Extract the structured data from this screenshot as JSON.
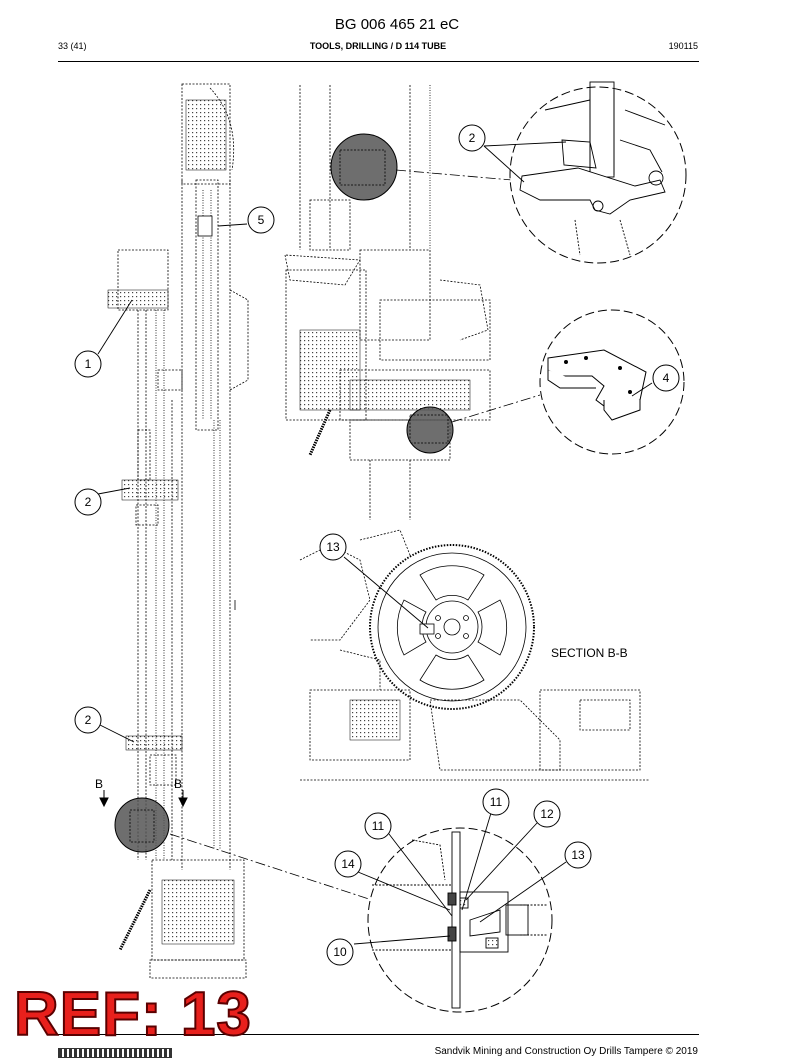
{
  "header": {
    "doc_number": "BG 006 465 21 eC",
    "page": "33 (41)",
    "title": "TOOLS, DRILLING / D 114 TUBE",
    "date_code": "190115"
  },
  "callouts": {
    "c1": "1",
    "c2a": "2",
    "c2b": "2",
    "c2c": "2",
    "c4": "4",
    "c5": "5",
    "c13a": "13",
    "c11a": "11",
    "c11b": "11",
    "c12": "12",
    "c13b": "13",
    "c14": "14",
    "c10": "10"
  },
  "section_label": "SECTION B-B",
  "section_marks": {
    "left": "B",
    "right": "B"
  },
  "footer": {
    "copyright": "Sandvik Mining and Construction Oy Drills Tampere © 2019"
  },
  "stamp": {
    "text": "REF: 13",
    "color": "#e8201c"
  },
  "colors": {
    "highlight": "#555555",
    "line": "#000000"
  }
}
